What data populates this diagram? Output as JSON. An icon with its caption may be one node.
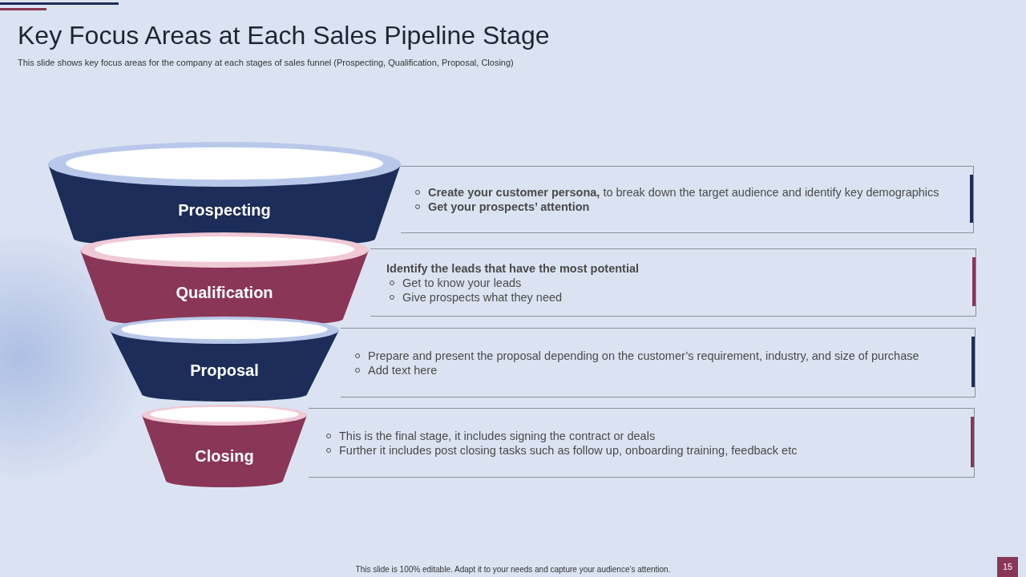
{
  "diagram": {
    "title": "Key Focus Areas at Each Sales Pipeline Stage",
    "nodes": [
      {
        "text": [
          "Prospecting"
        ]
      },
      {
        "text": [
          "Qualification"
        ]
      },
      {
        "text": [
          "Proposal"
        ]
      },
      {
        "text": [
          "Closing"
        ]
      },
      {
        "text": [
          "**Create your customer persona,** to break down the target audience and identify key demographics",
          "**Get your prospects’ attention**"
        ]
      },
      {
        "text": [
          "**Identify the leads that have the most potential**",
          "Get to know your leads",
          "Give prospects what they need"
        ]
      },
      {
        "text": [
          "Prepare and present the proposal depending on the customer’s requirement, industry, and size of purchase",
          "Add text here"
        ]
      },
      {
        "text": [
          "This is the final stage, it includes signing the contract or deals",
          "Further it includes post closing tasks such as follow up, onboarding training, feedback etc"
        ]
      }
    ],
    "labels": [
      "This slide shows key focus areas for the company at each stages of sales funnel (Prospecting, Qualification, Proposal, Closing)",
      "This slide is 100% editable. Adapt it to your needs and capture your audience’s attention.",
      "15"
    ]
  }
}
